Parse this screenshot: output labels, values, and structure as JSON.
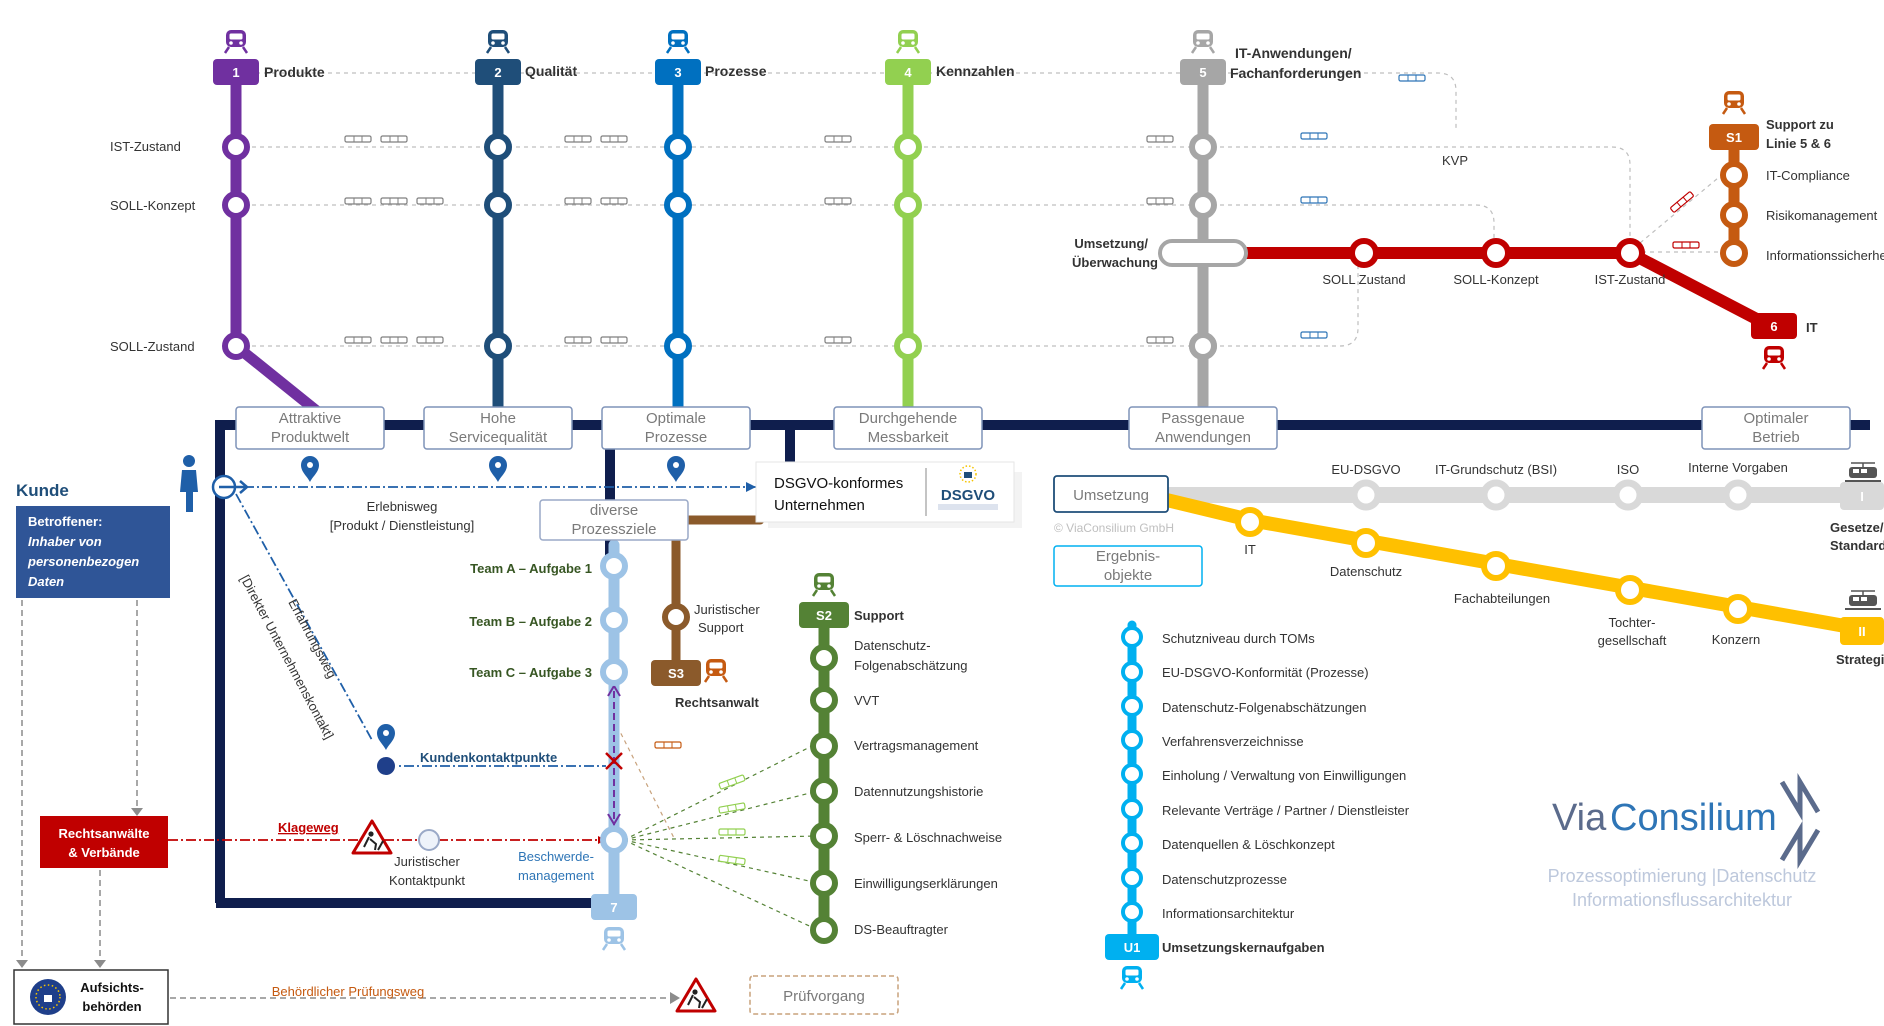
{
  "colors": {
    "l1": "#7030a0",
    "l2": "#1f4e79",
    "l3": "#0070c0",
    "l4": "#92d050",
    "l5": "#a6a6a6",
    "l6": "#c00000",
    "l7": "#9dc3e6",
    "s1": "#c55a11",
    "s2": "#548235",
    "s3": "#8b5a2b",
    "u1": "#00b0f0",
    "yellow": "#ffc000",
    "frame": "#0f1e4d",
    "grey": "#d9d9d9"
  },
  "lines": {
    "l1": {
      "num": "1",
      "name": "Produkte"
    },
    "l2": {
      "num": "2",
      "name": "Qualität"
    },
    "l3": {
      "num": "3",
      "name": "Prozesse"
    },
    "l4": {
      "num": "4",
      "name": "Kennzahlen"
    },
    "l5": {
      "num": "5",
      "name1": "IT-Anwendungen/",
      "name2": "Fachanforderungen"
    },
    "l6": {
      "num": "6",
      "name": "IT"
    },
    "l7": {
      "num": "7"
    },
    "s1": {
      "num": "S1",
      "name1": "Support zu",
      "name2": "Linie 5 & 6"
    },
    "s2": {
      "num": "S2",
      "name": "Support"
    },
    "s3": {
      "num": "S3",
      "name": "Rechtsanwalt"
    },
    "u1": {
      "num": "U1",
      "name": "Umsetzungskernaufgaben"
    },
    "yI": {
      "num": "I",
      "name1": "Gesetze/",
      "name2": "Standards"
    },
    "yII": {
      "num": "II",
      "name": "Strategie"
    }
  },
  "rows": {
    "ist": "IST-Zustand",
    "soll_konzept": "SOLL-Konzept",
    "soll_zustand": "SOLL-Zustand"
  },
  "kvp": "KVP",
  "umsetzung_ueberwachung": {
    "line1": "Umsetzung/",
    "line2": "Überwachung"
  },
  "red_stops": [
    "SOLL Zustand",
    "SOLL-Konzept",
    "IST-Zustand"
  ],
  "s1_stops": [
    "IT-Compliance",
    "Risikomanagement",
    "Informationssicherheit"
  ],
  "goals": [
    {
      "l1": "Attraktive",
      "l2": "Produktwelt"
    },
    {
      "l1": "Hohe",
      "l2": "Servicequalität"
    },
    {
      "l1": "Optimale",
      "l2": "Prozesse"
    },
    {
      "l1": "Durchgehende",
      "l2": "Messbarkeit"
    },
    {
      "l1": "Passgenaue",
      "l2": "Anwendungen"
    },
    {
      "l1": "Optimaler",
      "l2": "Betrieb"
    }
  ],
  "kunde": "Kunde",
  "betroffener": {
    "l1": "Betroffener:",
    "l2": "Inhaber von",
    "l3": "personenbezogen",
    "l4": "Daten"
  },
  "erlebnisweg": {
    "l1": "Erlebnisweg",
    "l2": "[Produkt / Dienstleistung]"
  },
  "erfahrungsweg": {
    "l1": "Erfahrungsweg",
    "l2": "[Direkter Unternehmenskontakt]"
  },
  "dsgvo": {
    "l1": "DSGVO-konformes",
    "l2": "Unternehmen",
    "logo": "DSGVO"
  },
  "diverse": {
    "l1": "diverse",
    "l2": "Prozessziele"
  },
  "teams": [
    "Team A – Aufgabe 1",
    "Team B – Aufgabe 2",
    "Team C – Aufgabe 3"
  ],
  "juristischer_support": {
    "l1": "Juristischer",
    "l2": "Support"
  },
  "kundenkontakt": "Kundenkontaktpunkte",
  "rechtsanwaelte": {
    "l1": "Rechtsanwälte",
    "l2": "& Verbände"
  },
  "klageweg": "Klageweg",
  "jur_kontakt": {
    "l1": "Juristischer",
    "l2": "Kontaktpunkt"
  },
  "beschwerde": {
    "l1": "Beschwerde-",
    "l2": "management"
  },
  "aufsicht": {
    "l1": "Aufsichts-",
    "l2": "behörden"
  },
  "pruefweg": "Behördlicher Prüfungsweg",
  "pruefvorgang": "Prüfvorgang",
  "s2_stops": [
    {
      "l1": "Datenschutz-",
      "l2": "Folgenabschätzung"
    },
    {
      "l1": "VVT"
    },
    {
      "l1": "Vertragsmanagement"
    },
    {
      "l1": "Datennutzungshistorie"
    },
    {
      "l1": "Sperr- & Löschnachweise"
    },
    {
      "l1": "Einwilligungserklärungen"
    },
    {
      "l1": "DS-Beauftragter"
    }
  ],
  "umsetzung": "Umsetzung",
  "copyright": "© ViaConsilium GmbH",
  "grey_stops": [
    "EU-DSGVO",
    "IT-Grundschutz (BSI)",
    "ISO",
    "Interne Vorgaben"
  ],
  "yellow_stops": [
    {
      "l1": "IT"
    },
    {
      "l1": "Datenschutz"
    },
    {
      "l1": "Fachabteilungen"
    },
    {
      "l1": "Tochter-",
      "l2": "gesellschaft"
    },
    {
      "l1": "Konzern"
    }
  ],
  "ergebnis": {
    "l1": "Ergebnis-",
    "l2": "objekte"
  },
  "u1_stops": [
    "Schutzniveau durch TOMs",
    "EU-DSGVO-Konformität (Prozesse)",
    "Datenschutz-Folgenabschätzungen",
    "Verfahrensverzeichnisse",
    "Einholung / Verwaltung von Einwilligungen",
    "Relevante Verträge / Partner / Dienstleister",
    "Datenquellen & Löschkonzept",
    "Datenschutzprozesse",
    "Informationsarchitektur"
  ],
  "brand": {
    "via": "Via",
    "consilium": "Consilium",
    "tag1": "Prozessoptimierung |Datenschutz",
    "tag2": "Informationsflussarchitektur"
  },
  "icons": [
    "train-icon",
    "person-icon",
    "location-pin-icon",
    "road-works-icon",
    "eu-lock-icon",
    "tram-icon",
    "start-arrow-icon"
  ]
}
